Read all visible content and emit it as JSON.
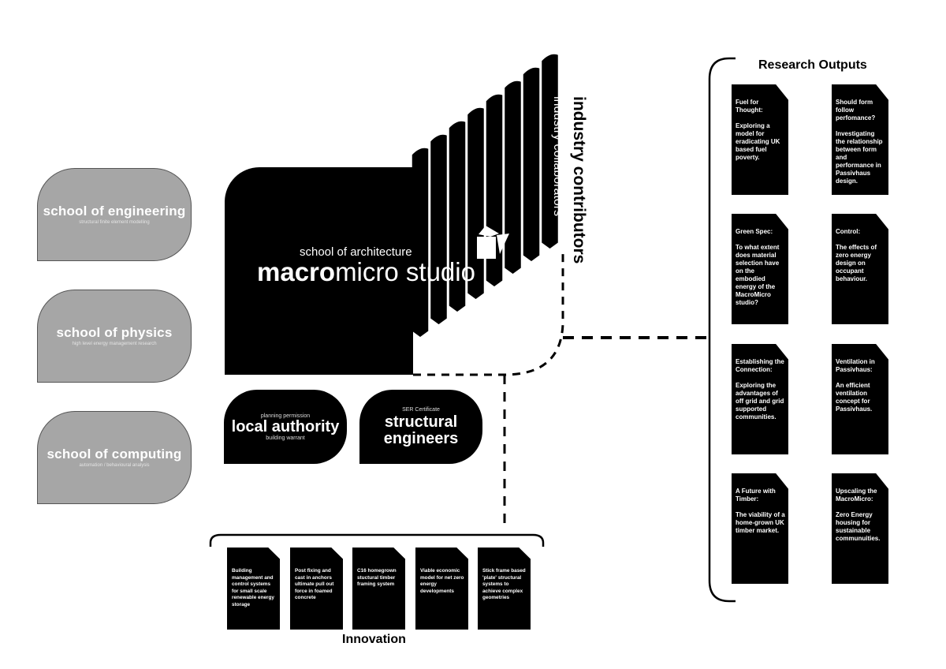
{
  "schools": [
    {
      "title": "school of engineering",
      "subtitle": "structural finite element modelling"
    },
    {
      "title": "school of physics",
      "subtitle": "high level energy management research"
    },
    {
      "title": "school of computing",
      "subtitle": "automation / behavioural analysis"
    }
  ],
  "studio": {
    "school": "school of architecture",
    "name_bold": "macro",
    "name_light": "micro studio"
  },
  "industry": {
    "collaborators_label": "industry collaborators",
    "contributors_label": "industry contributors"
  },
  "partners": {
    "local_authority": {
      "above": "planning permission",
      "title": "local authority",
      "below": "building warrant"
    },
    "structural_engineers": {
      "above": "SER Certificate",
      "title_line1": "structural",
      "title_line2": "engineers"
    }
  },
  "research_outputs": {
    "heading": "Research Outputs",
    "cards": [
      {
        "title": "Fuel for Thought:",
        "body": "Exploring a model for eradicating UK based fuel poverty."
      },
      {
        "title": "Should form follow perfomance?",
        "body": "Investigating the relationship between form and performance in Passivhaus design."
      },
      {
        "title": "Green Spec:",
        "body": "To what extent does material selection have on the embodied energy of the MacroMicro studio?"
      },
      {
        "title": "Control:",
        "body": "The effects of zero energy design on occupant behaviour."
      },
      {
        "title": "Establishing the Connection:",
        "body": "Exploring the advantages of off grid and grid supported communities."
      },
      {
        "title": "Ventilation in Passivhaus:",
        "body": "An efficient ventilation concept for Passivhaus."
      },
      {
        "title": "A Future with Timber:",
        "body": "The viability of a home-grown UK timber market."
      },
      {
        "title": "Upscaling the MacroMicro:",
        "body": "Zero Energy housing for sustainable communuities."
      }
    ]
  },
  "innovation": {
    "heading": "Innovation",
    "cards": [
      "Building management and control systems for small scale renewable energy storage",
      "Post fixing and cast in anchors ultimate pull out force in foamed concrete",
      "C16 homegrown stuctural timber framing system",
      "Viable economic model for net zero energy developments",
      "Stick frame based 'plate' structural systems to achieve complex geometries"
    ]
  },
  "icons": {
    "studio_logo": "open-box-icon"
  }
}
